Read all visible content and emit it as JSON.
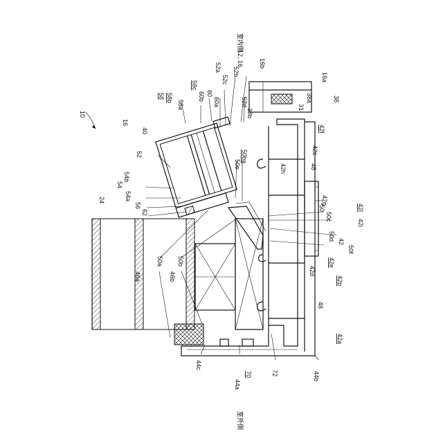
{
  "sides": {
    "indoor": "室内側",
    "outdoor": "室外側"
  },
  "labels": {
    "l10": "10",
    "l16": "16",
    "l40": "40",
    "l24": "24",
    "l38": "38",
    "l58": "58",
    "l58b": "58b",
    "l58c": "58c",
    "l58a": "58a",
    "l60b": "60b",
    "l60": "60",
    "l60a": "60a",
    "l52a": "52a",
    "l52c": "52c",
    "l52b": "52b",
    "l1216": "12, 16",
    "l16b": "16b",
    "l16a": "16a",
    "l52d": "52d",
    "l38b": "38b",
    "l31": "31",
    "l38a": "38a",
    "l52": "52",
    "l54b": "54b",
    "l54": "54",
    "l54a": "54a",
    "l56": "56",
    "l62": "62",
    "l50e": "50e",
    "l50ba": "50ba",
    "l42f": "42f",
    "l42c": "42c",
    "l48t": "48",
    "l42h": "42h",
    "l42g": "42g",
    "l50": "50",
    "l42l": "42l",
    "l50c": "50c",
    "l42i": "42i",
    "l50d": "50d",
    "l42": "42",
    "l50f": "50f",
    "l50a": "50a",
    "l50b": "50b",
    "l42e": "42e",
    "l42d": "42d",
    "l42b": "42b",
    "l46a": "46a",
    "l46b": "46b",
    "l48b": "48",
    "l42a": "42a",
    "l44c": "44c",
    "l44a": "44a",
    "l70": "70",
    "l72": "72",
    "l44b": "44b"
  }
}
